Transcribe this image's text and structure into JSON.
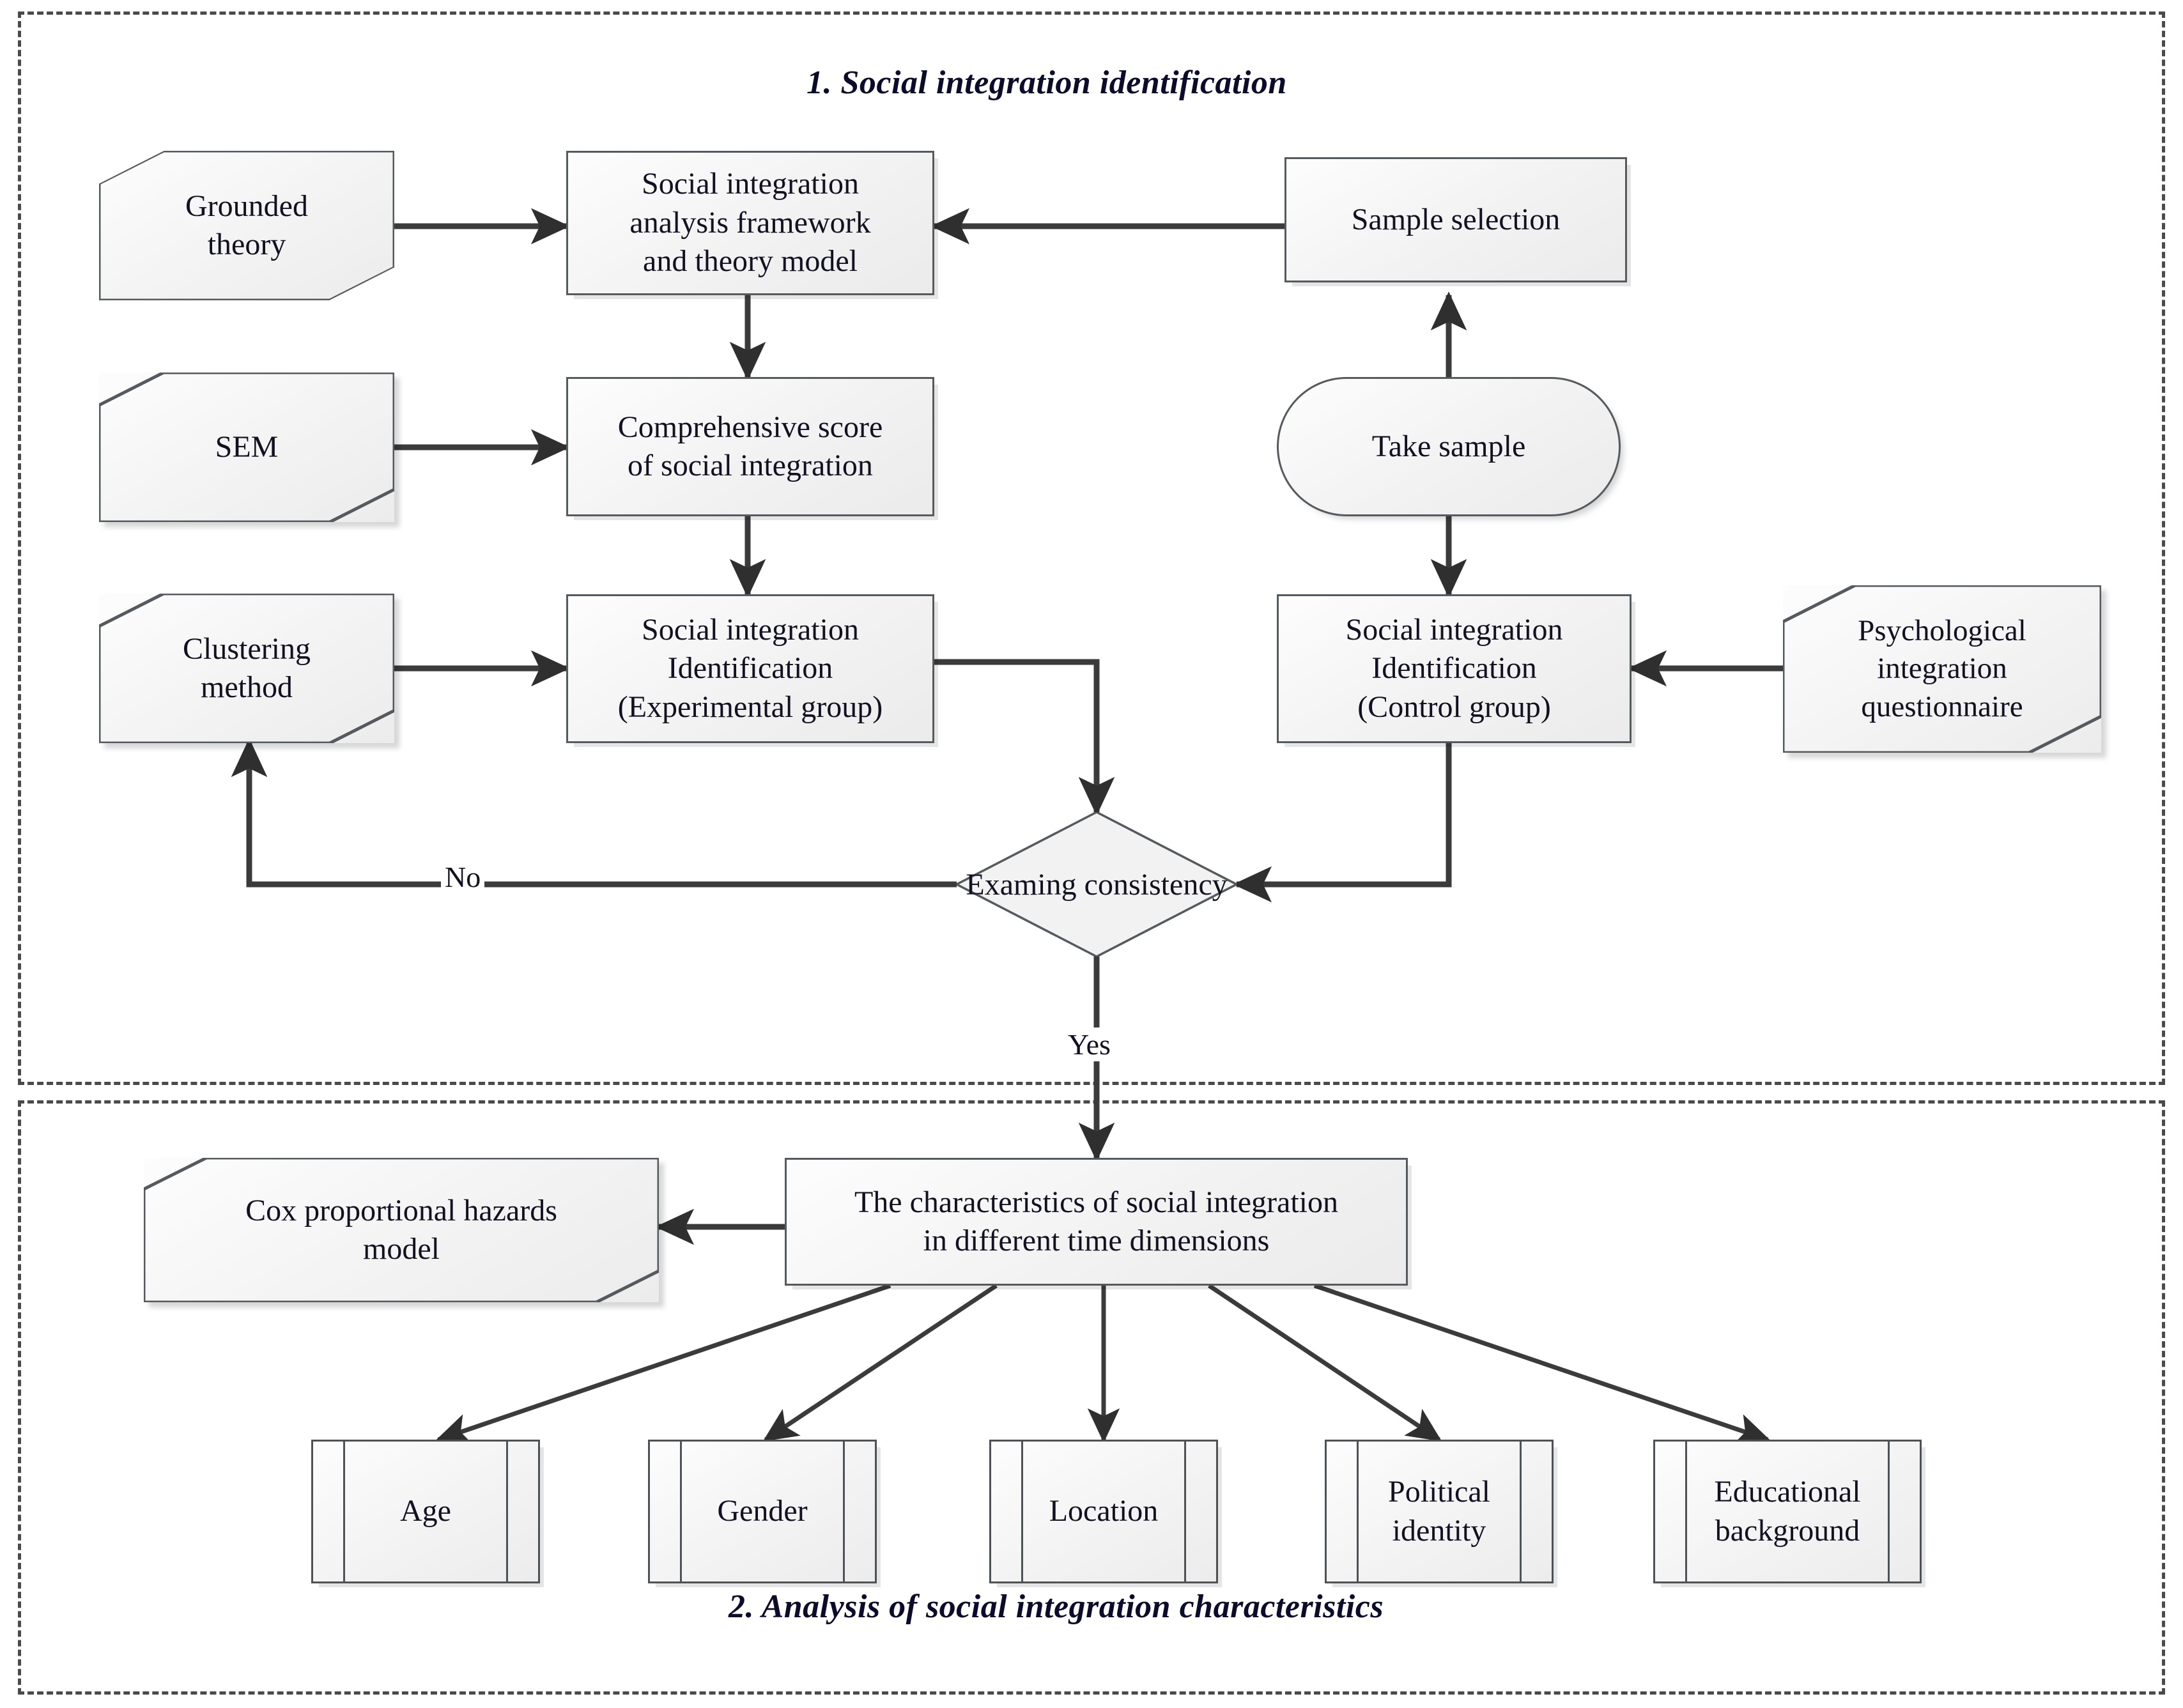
{
  "sections": [
    {
      "id": "sec1",
      "title": "1. Social integration identification"
    },
    {
      "id": "sec2",
      "title": "2. Analysis of social integration characteristics"
    }
  ],
  "nodes": {
    "grounded_theory": "Grounded\ntheory",
    "framework": "Social integration\nanalysis framework\nand theory model",
    "sample_selection": "Sample selection",
    "sem": "SEM",
    "comprehensive_score": "Comprehensive score\nof social integration",
    "take_sample": "Take sample",
    "clustering_method": "Clustering\nmethod",
    "experimental_group": "Social integration\nIdentification\n(Experimental group)",
    "control_group": "Social integration\nIdentification\n(Control group)",
    "psych_questionnaire": "Psychological\nintegration\nquestionnaire",
    "examing_consistency": "Examing consistency",
    "cox_model": "Cox proportional hazards\nmodel",
    "characteristics": "The characteristics of social integration\nin different time dimensions"
  },
  "edge_labels": {
    "no": "No",
    "yes": "Yes"
  },
  "characteristics_children": [
    {
      "id": "age",
      "label": "Age"
    },
    {
      "id": "gender",
      "label": "Gender"
    },
    {
      "id": "location",
      "label": "Location"
    },
    {
      "id": "political_identity",
      "label": "Political\nidentity"
    },
    {
      "id": "educational_background",
      "label": "Educational\nbackground"
    }
  ],
  "colors": {
    "node_border": "#555a5f",
    "node_fill": "#f3f3f3",
    "text": "#111122",
    "frame_border": "#4a4a4a",
    "line": "#3b3b3b"
  }
}
